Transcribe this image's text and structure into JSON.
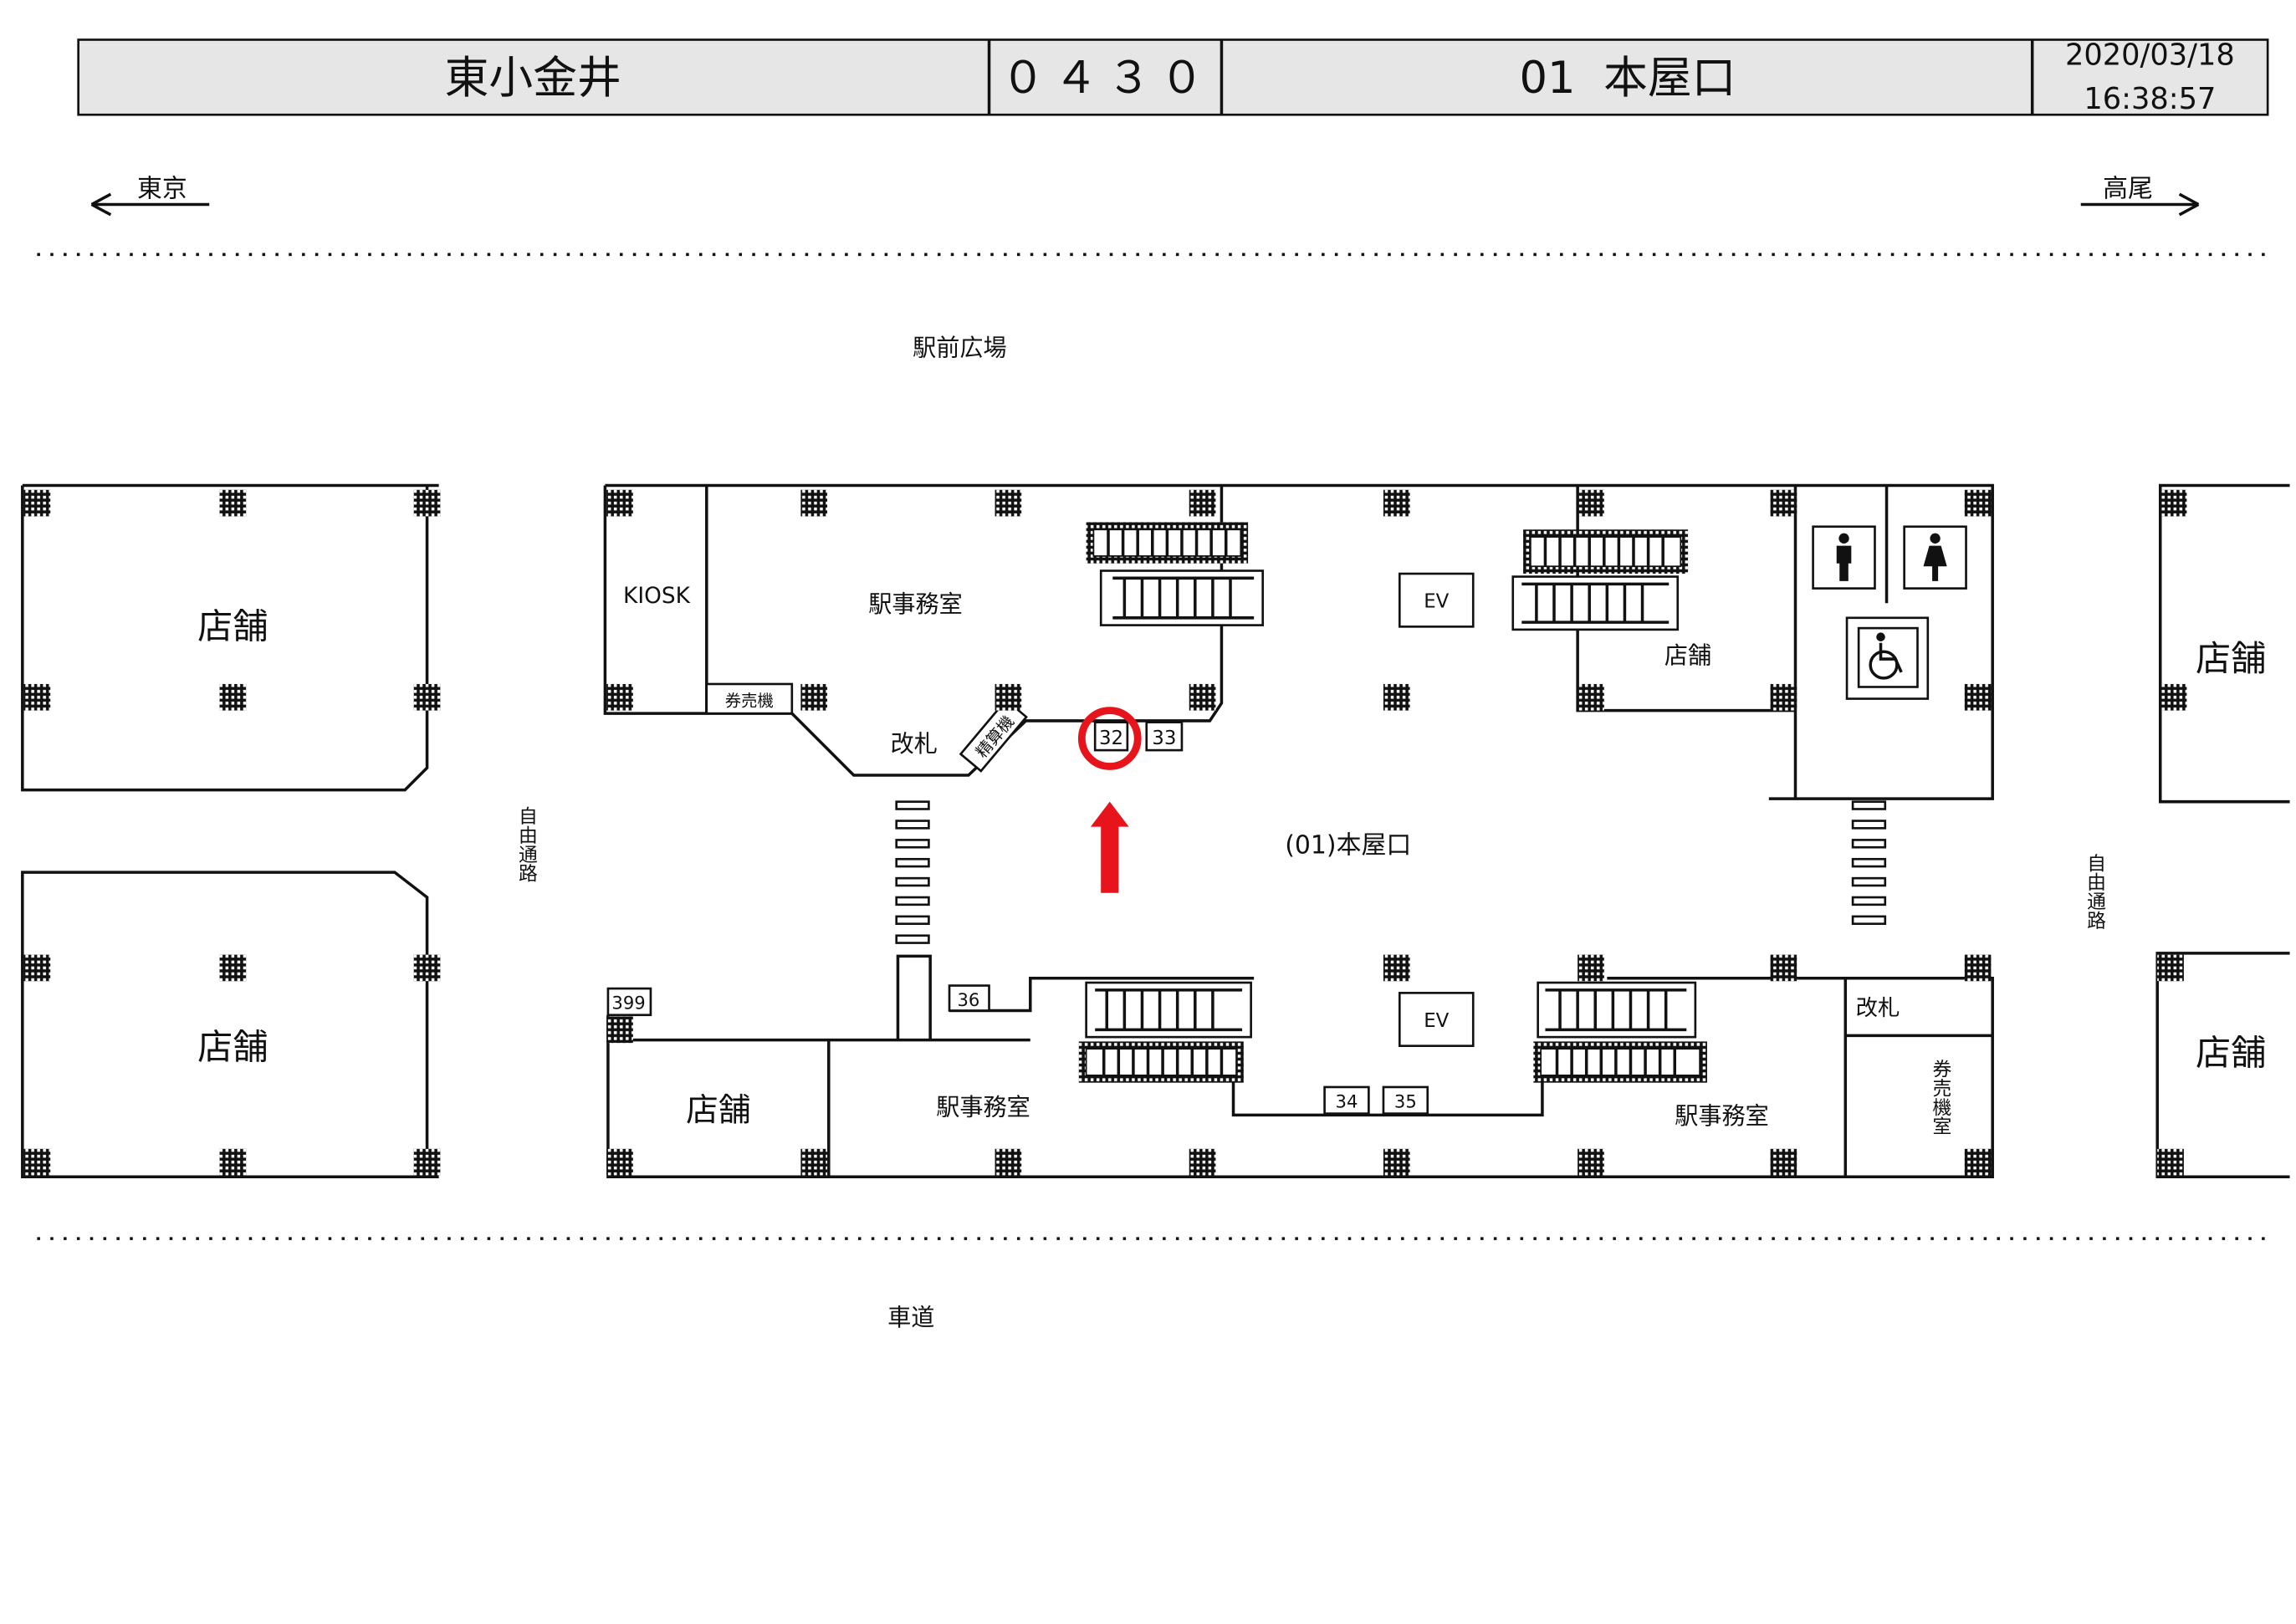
{
  "header": {
    "station": "東小金井",
    "code": "０４３０",
    "exit": "01  本屋口",
    "date": "2020/03/18",
    "time": "16:38:57"
  },
  "directions": {
    "left": "東京",
    "right": "高尾"
  },
  "areas": {
    "plaza": "駅前広場",
    "road": "車道",
    "passage_left": "自由通路",
    "passage_right": "自由通路",
    "exit_label": "(01)本屋口"
  },
  "rooms": {
    "store": "店舗",
    "kiosk": "KIOSK",
    "office": "駅事務室",
    "ticket_machine": "券売機",
    "gate": "改札",
    "fare_adjust": "精算機",
    "ev": "EV",
    "ticket_machine_room": "券売機室"
  },
  "ad_slots": [
    "32",
    "33",
    "36",
    "34",
    "35",
    "399"
  ],
  "highlight": {
    "slot": "32",
    "color": "#e8141c"
  }
}
